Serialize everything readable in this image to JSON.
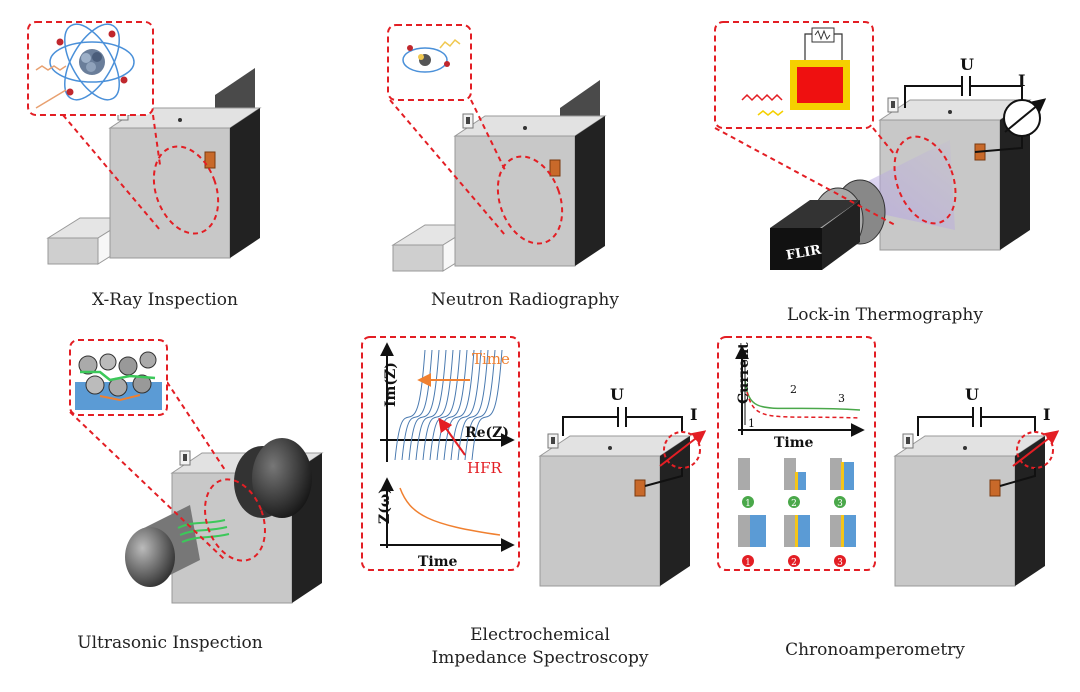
{
  "panels": [
    {
      "id": "xray",
      "caption_lines": [
        "X-Ray Inspection"
      ]
    },
    {
      "id": "neutron",
      "caption_lines": [
        "Neutron Radiography"
      ]
    },
    {
      "id": "thermo",
      "caption_lines": [
        "Lock-in Thermography"
      ],
      "camera_brand": "FLIR",
      "voltage_label": "U",
      "current_label": "I"
    },
    {
      "id": "ultrasonic",
      "caption_lines": [
        "Ultrasonic Inspection"
      ]
    },
    {
      "id": "eis",
      "caption_lines": [
        "Electrochemical",
        "Impedance Spectroscopy"
      ],
      "nyquist": {
        "ylabel": "Im(Z)",
        "xlabel": "Re(Z)",
        "arrow_label": "Time",
        "marker_label": "HFR"
      },
      "time_plot": {
        "ylabel": "Z(ω)",
        "xlabel": "Time"
      },
      "voltage_label": "U",
      "current_label": "I"
    },
    {
      "id": "chrono",
      "caption_lines": [
        "Chronoamperometry"
      ],
      "plot": {
        "ylabel": "Current",
        "xlabel": "Time",
        "curve_labels": [
          "1",
          "2",
          "3"
        ]
      },
      "stage_markers": [
        "1",
        "2",
        "3"
      ],
      "voltage_label": "U",
      "current_label": "I"
    }
  ],
  "colors": {
    "highlight_red": "#e31e24",
    "cell_front": "#c8c8c8",
    "cell_top": "#e0e0e0",
    "cell_side": "#222222",
    "tab_orange": "#c8692a",
    "xray_beam": "#e8a070",
    "neutron_beam": "#f0c850",
    "thermo_beam": "#b8a8e0",
    "curve_orange": "#f08030",
    "curve_blue": "#4a7ab0",
    "curve_green": "#4aa84a",
    "cell_blue": "#5b9bd5",
    "cell_yellow": "#f5c518"
  }
}
